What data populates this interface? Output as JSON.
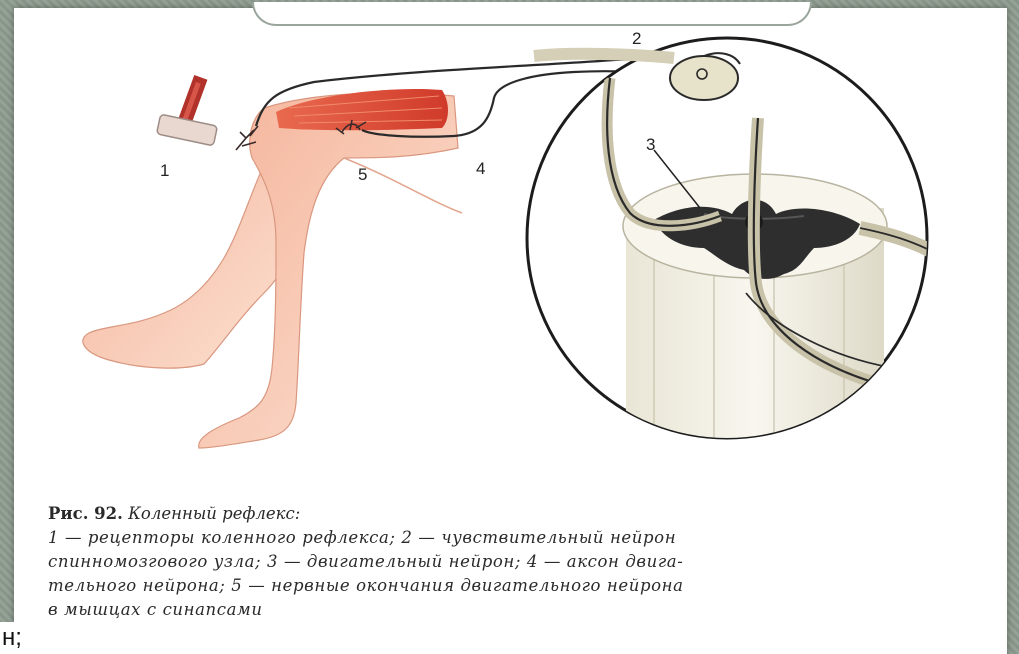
{
  "diagram": {
    "labels": [
      "1",
      "2",
      "3",
      "4",
      "5"
    ]
  },
  "caption": {
    "title": "Рис. 92.",
    "name": "Коленный рефлекс:",
    "lines": [
      "1 — рецепторы коленного рефлекса; 2 — чувствительный нейрон",
      "спинномозгового узла; 3 — двигательный нейрон; 4 — аксон двига-",
      "тельного нейрона; 5 — нервные окончания двигательного нейрона",
      "в мышцах с синапсами"
    ]
  },
  "fragment_text": "н;",
  "colors": {
    "skin": "#f7cdb6",
    "muscle": "#e0503a",
    "nerve": "#2a2a2a",
    "grey_matter": "#3a3a3a",
    "white_matter": "#f2efe3",
    "frame": "#8d9a8f"
  }
}
